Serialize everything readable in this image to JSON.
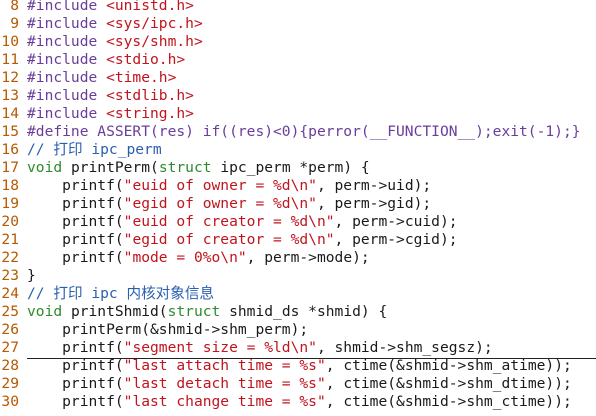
{
  "editor": {
    "lines": [
      {
        "n": "8",
        "tokens": [
          {
            "t": "#include ",
            "c": "pre"
          },
          {
            "t": "<unistd.h>",
            "c": "str"
          }
        ]
      },
      {
        "n": "9",
        "tokens": [
          {
            "t": "#include ",
            "c": "pre"
          },
          {
            "t": "<sys/ipc.h>",
            "c": "str"
          }
        ]
      },
      {
        "n": "10",
        "tokens": [
          {
            "t": "#include ",
            "c": "pre"
          },
          {
            "t": "<sys/shm.h>",
            "c": "str"
          }
        ]
      },
      {
        "n": "11",
        "tokens": [
          {
            "t": "#include ",
            "c": "pre"
          },
          {
            "t": "<stdio.h>",
            "c": "str"
          }
        ]
      },
      {
        "n": "12",
        "tokens": [
          {
            "t": "#include ",
            "c": "pre"
          },
          {
            "t": "<time.h>",
            "c": "str"
          }
        ]
      },
      {
        "n": "13",
        "tokens": [
          {
            "t": "#include ",
            "c": "pre"
          },
          {
            "t": "<stdlib.h>",
            "c": "str"
          }
        ]
      },
      {
        "n": "14",
        "tokens": [
          {
            "t": "#include ",
            "c": "pre"
          },
          {
            "t": "<string.h>",
            "c": "str"
          }
        ]
      },
      {
        "n": "15",
        "tokens": [
          {
            "t": "#define ASSERT(res) if((res)<0){perror(__FUNCTION__);exit(-1);}",
            "c": "pre"
          }
        ]
      },
      {
        "n": "16",
        "tokens": [
          {
            "t": "// 打印 ipc_perm",
            "c": "cmt"
          }
        ]
      },
      {
        "n": "17",
        "tokens": [
          {
            "t": "void",
            "c": "type"
          },
          {
            "t": " printPerm(",
            "c": "plain"
          },
          {
            "t": "struct",
            "c": "type"
          },
          {
            "t": " ipc_perm *perm) {",
            "c": "plain"
          }
        ]
      },
      {
        "n": "18",
        "tokens": [
          {
            "t": "    printf(",
            "c": "plain"
          },
          {
            "t": "\"euid of owner = %d\\n\"",
            "c": "str"
          },
          {
            "t": ", perm->uid);",
            "c": "plain"
          }
        ]
      },
      {
        "n": "19",
        "tokens": [
          {
            "t": "    printf(",
            "c": "plain"
          },
          {
            "t": "\"egid of owner = %d\\n\"",
            "c": "str"
          },
          {
            "t": ", perm->gid);",
            "c": "plain"
          }
        ]
      },
      {
        "n": "20",
        "tokens": [
          {
            "t": "    printf(",
            "c": "plain"
          },
          {
            "t": "\"euid of creator = %d\\n\"",
            "c": "str"
          },
          {
            "t": ", perm->cuid);",
            "c": "plain"
          }
        ]
      },
      {
        "n": "21",
        "tokens": [
          {
            "t": "    printf(",
            "c": "plain"
          },
          {
            "t": "\"egid of creator = %d\\n\"",
            "c": "str"
          },
          {
            "t": ", perm->cgid);",
            "c": "plain"
          }
        ]
      },
      {
        "n": "22",
        "tokens": [
          {
            "t": "    printf(",
            "c": "plain"
          },
          {
            "t": "\"mode = 0%o\\n\"",
            "c": "str"
          },
          {
            "t": ", perm->mode);",
            "c": "plain"
          }
        ]
      },
      {
        "n": "23",
        "tokens": [
          {
            "t": "}",
            "c": "plain"
          }
        ]
      },
      {
        "n": "24",
        "tokens": [
          {
            "t": "// 打印 ipc 内核对象信息",
            "c": "cmt"
          }
        ]
      },
      {
        "n": "25",
        "tokens": [
          {
            "t": "void",
            "c": "type"
          },
          {
            "t": " printShmid(",
            "c": "plain"
          },
          {
            "t": "struct",
            "c": "type"
          },
          {
            "t": " shmid_ds *shmid) {",
            "c": "plain"
          }
        ]
      },
      {
        "n": "26",
        "tokens": [
          {
            "t": "    printPerm(&shmid->shm_perm);",
            "c": "plain"
          }
        ]
      },
      {
        "n": "27",
        "tokens": [
          {
            "t": "    printf(",
            "c": "plain"
          },
          {
            "t": "\"segment size = %ld\\n\"",
            "c": "str"
          },
          {
            "t": ", shmid->shm_segsz);",
            "c": "plain"
          }
        ]
      },
      {
        "n": "28",
        "tokens": [
          {
            "t": "    printf(",
            "c": "plain"
          },
          {
            "t": "\"last attach time = %s\"",
            "c": "str"
          },
          {
            "t": ", ctime(&shmid->shm_atime));",
            "c": "plain"
          }
        ]
      },
      {
        "n": "29",
        "tokens": [
          {
            "t": "    printf(",
            "c": "plain"
          },
          {
            "t": "\"last detach time = %s\"",
            "c": "str"
          },
          {
            "t": ", ctime(&shmid->shm_dtime));",
            "c": "plain"
          }
        ]
      },
      {
        "n": "30",
        "tokens": [
          {
            "t": "    printf(",
            "c": "plain"
          },
          {
            "t": "\"last change time = %s\"",
            "c": "str"
          },
          {
            "t": ", ctime(&shmid->shm_ctime));",
            "c": "plain"
          }
        ]
      }
    ]
  }
}
